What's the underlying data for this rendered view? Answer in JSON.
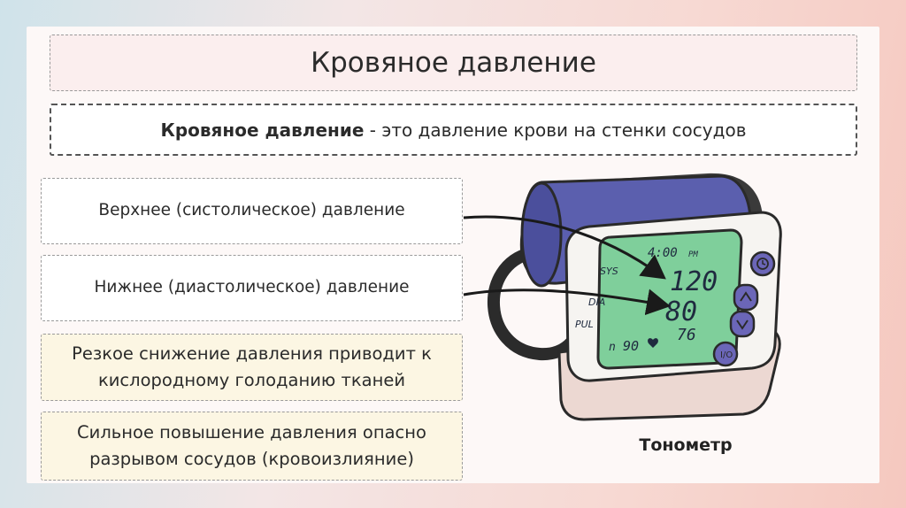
{
  "title": "Кровяное давление",
  "definition": {
    "term": "Кровяное давление",
    "rest": " - это давление крови на стенки сосудов"
  },
  "items": [
    {
      "text": "Верхнее (систолическое) давление"
    },
    {
      "text": "Нижнее (диастолическое) давление"
    },
    {
      "text": "Резкое снижение давления приводит к кислородному голоданию тканей"
    },
    {
      "text": "Сильное повышение давления опасно разрывом сосудов (кровоизлияние)"
    }
  ],
  "device": {
    "caption": "Тонометр",
    "time": "4:00",
    "ampm": "PM",
    "sys_label": "SYS",
    "dia_label": "DIA",
    "pul_label": "PUL",
    "sys_value": "120",
    "dia_value": "80",
    "pul_value": "76",
    "pulse_small": "90",
    "colors": {
      "cuff": "#5b5fae",
      "screen": "#7fcf9b",
      "body": "#f6f4f1",
      "base": "#ecd8d2",
      "button": "#6b66b8",
      "outline": "#2a2a2a"
    }
  }
}
